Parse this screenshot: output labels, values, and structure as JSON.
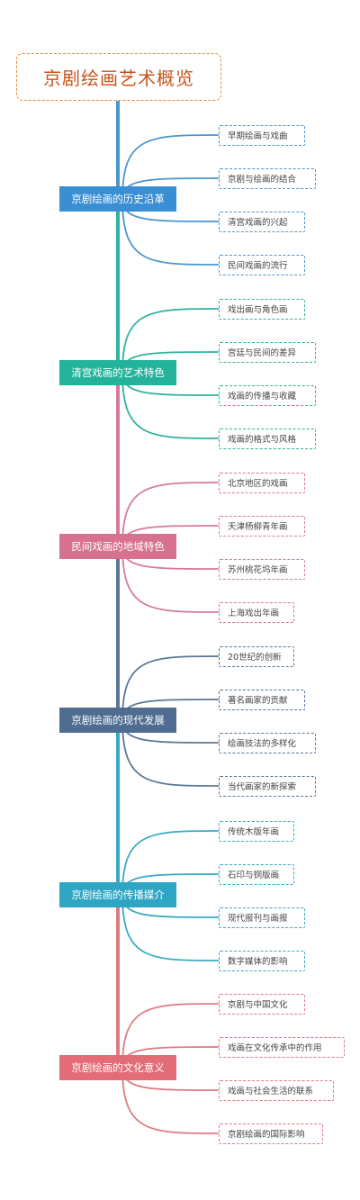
{
  "title": "京剧绘画艺术概览",
  "categories": [
    {
      "label": "京剧绘画的历史沿革",
      "color": "#3a8ed4",
      "line": "#4a97cf",
      "items": [
        "早期绘画与戏曲",
        "京剧与绘画的结合",
        "清宫戏画的兴起",
        "民间戏画的流行"
      ]
    },
    {
      "label": "清宫戏画的艺术特色",
      "color": "#22b39a",
      "line": "#2fb3a0",
      "items": [
        "戏出画与角色画",
        "宫廷与民间的差异",
        "戏画的传播与收藏",
        "戏画的格式与风格"
      ]
    },
    {
      "label": "民间戏画的地域特色",
      "color": "#d8708f",
      "line": "#d8799a",
      "items": [
        "北京地区的戏画",
        "天津杨柳青年画",
        "苏州桃花坞年画",
        "上海戏出年画"
      ]
    },
    {
      "label": "京剧绘画的现代发展",
      "color": "#4f6d90",
      "line": "#5b7797",
      "items": [
        "20世纪的创新",
        "著名画家的贡献",
        "绘画技法的多样化",
        "当代画家的新探索"
      ]
    },
    {
      "label": "京剧绘画的传播媒介",
      "color": "#2ea6c3",
      "line": "#3aaac4",
      "items": [
        "传统木版年画",
        "石印与铜版画",
        "现代报刊与画报",
        "数字媒体的影响"
      ]
    },
    {
      "label": "京剧绘画的文化意义",
      "color": "#e36c76",
      "line": "#e07a83",
      "items": [
        "京剧与中国文化",
        "戏画在文化传承中的作用",
        "戏画与社会生活的联系",
        "京剧绘画的国际影响"
      ]
    }
  ]
}
